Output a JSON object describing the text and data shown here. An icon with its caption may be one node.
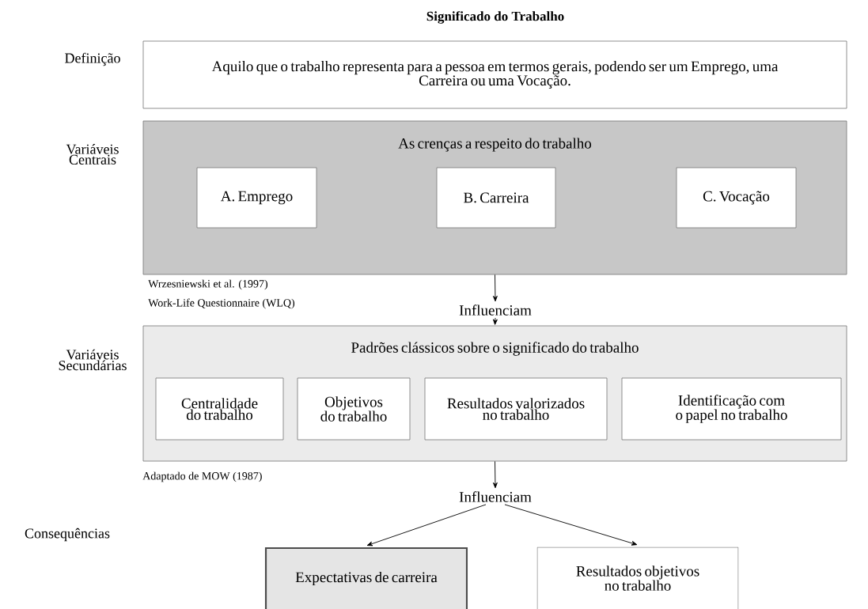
{
  "diagram": {
    "title": "Significado do Trabalho",
    "nodes": [
      {
        "text": [
          "Aquilo que o trabalho representa para a pessoa em termos gerais, podendo ser um Emprego, uma Carreira ou uma Vocação."
        ]
      },
      {
        "text": [
          "As crenças a respeito do trabalho"
        ]
      },
      {
        "text": [
          "A. Emprego"
        ],
        "in": 1
      },
      {
        "text": [
          "B. Carreira"
        ],
        "in": 1
      },
      {
        "text": [
          "C. Vocação"
        ],
        "in": 1
      },
      {
        "text": [
          "Influenciam"
        ]
      },
      {
        "text": [
          "Padrões clássicos sobre o significado do trabalho"
        ]
      },
      {
        "text": [
          "Centralidade do trabalho"
        ],
        "in": 6
      },
      {
        "text": [
          "Objetivos do trabalho"
        ],
        "in": 6
      },
      {
        "text": [
          "Resultados valorizados no trabalho"
        ],
        "in": 6
      },
      {
        "text": [
          "Identificação com o papel no trabalho"
        ],
        "in": 6
      },
      {
        "text": [
          "Influenciam"
        ]
      },
      {
        "text": [
          "Expectativas de carreira"
        ]
      },
      {
        "text": [
          "Resultados objetivos no trabalho"
        ]
      }
    ],
    "edges": [
      {
        "from": 1,
        "to": 5,
        "arrow": "to"
      },
      {
        "from": 5,
        "to": 6,
        "arrow": "to"
      },
      {
        "from": 6,
        "to": 11,
        "arrow": "to"
      },
      {
        "from": 11,
        "to": 12,
        "arrow": "to"
      },
      {
        "from": 11,
        "to": 13,
        "arrow": "to"
      }
    ],
    "labels": [
      "Definição",
      "Variáveis Centrais",
      "Wrzesniewski et al. (1997)",
      "Work-Life Questionnaire (WLQ)",
      "Variáveis Secundárias",
      "Adaptado de MOW (1987)",
      "Consequências"
    ]
  }
}
